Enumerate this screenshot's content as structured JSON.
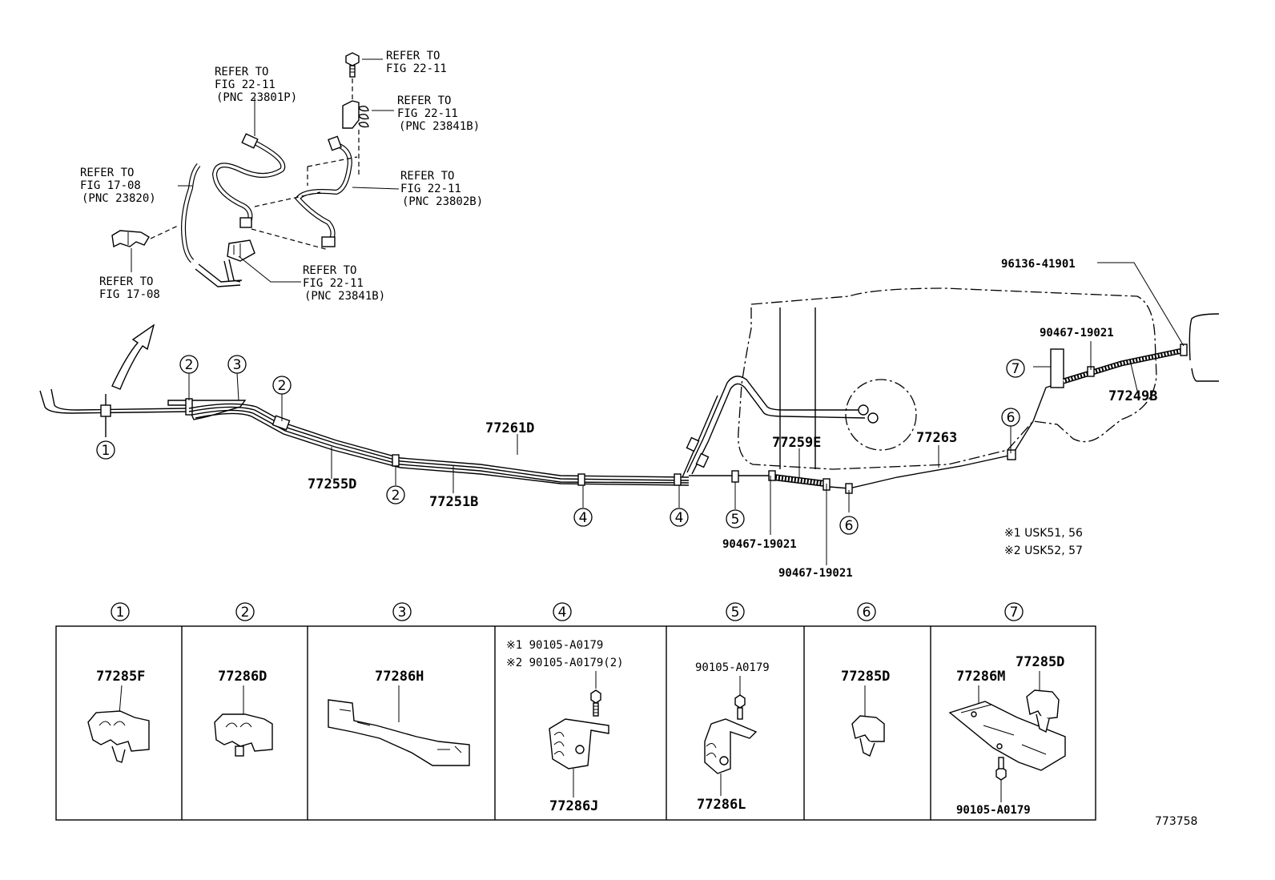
{
  "refs": {
    "top_bolt": [
      "REFER TO",
      "FIG 22-11"
    ],
    "bracket_23841b_top": [
      "REFER TO",
      "FIG 22-11",
      "(PNC 23841B)"
    ],
    "pnc_23801p": [
      "REFER TO",
      "FIG 22-11",
      "(PNC 23801P)"
    ],
    "pnc_23820": [
      "REFER TO",
      "FIG 17-08",
      "(PNC 23820)"
    ],
    "pnc_23802b": [
      "REFER TO",
      "FIG 22-11",
      "(PNC 23802B)"
    ],
    "clip_17_08": [
      "REFER TO",
      "FIG 17-08"
    ],
    "bracket_23841b_bottom": [
      "REFER TO",
      "FIG 22-11",
      "(PNC 23841B)"
    ]
  },
  "part_labels": {
    "p77261D": "77261D",
    "p77255D": "77255D",
    "p77251B": "77251B",
    "p77259E": "77259E",
    "p77263": "77263",
    "p77249B": "77249B",
    "p96136": "96136-41901",
    "p90467_top": "90467-19021",
    "p90467_a": "90467-19021",
    "p90467_b": "90467-19021"
  },
  "callout_numbers": {
    "c1": "1",
    "c2": "2",
    "c3": "3",
    "c4": "4",
    "c5": "5",
    "c6": "6",
    "c7": "7"
  },
  "notes": {
    "n1": "※1 USK51, 56",
    "n2": "※2 USK52, 57"
  },
  "legend": {
    "cells": [
      {
        "num": "1",
        "labels": [
          "77285F"
        ]
      },
      {
        "num": "2",
        "labels": [
          "77286D"
        ]
      },
      {
        "num": "3",
        "labels": [
          "77286H"
        ]
      },
      {
        "num": "4",
        "labels": [
          "※1  90105-A0179",
          "※2  90105-A0179(2)",
          "77286J"
        ]
      },
      {
        "num": "5",
        "labels": [
          "90105-A0179",
          "77286L"
        ]
      },
      {
        "num": "6",
        "labels": [
          "77285D"
        ]
      },
      {
        "num": "7",
        "labels": [
          "77286M",
          "77285D",
          "90105-A0179"
        ]
      }
    ]
  },
  "figure_id": "773758"
}
